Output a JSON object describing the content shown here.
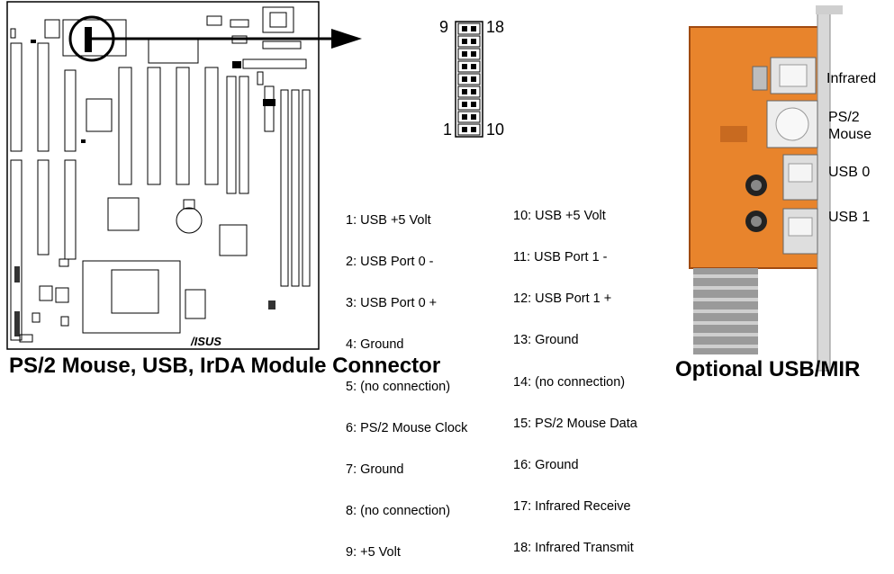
{
  "header_pins": {
    "top_left": "9",
    "top_right": "18",
    "bottom_left": "1",
    "bottom_right": "10"
  },
  "pinout_left": [
    "1: USB +5 Volt",
    "2: USB Port 0 -",
    "3: USB Port 0 +",
    "4: Ground",
    "5: (no connection)",
    "6: PS/2 Mouse Clock",
    "7: Ground",
    "8: (no connection)",
    "9: +5 Volt"
  ],
  "pinout_right": [
    "10: USB +5 Volt",
    "11: USB Port 1 -",
    "12: USB Port 1 +",
    "13: Ground",
    "14: (no connection)",
    "15: PS/2 Mouse Data",
    "16: Ground",
    "17: Infrared Receive",
    "18: Infrared Transmit"
  ],
  "module_labels": {
    "infrared": "Infrared",
    "ps2_line1": "PS/2",
    "ps2_line2": "Mouse",
    "usb0": "USB 0",
    "usb1": "USB 1"
  },
  "board_logo": "/ISUS",
  "captions": {
    "left": "PS/2 Mouse, USB, IrDA Module Connector",
    "right": "Optional USB/MIR"
  },
  "colors": {
    "bracket_orange": "#e8842c",
    "metal": "#d8d8d8",
    "cable": "#9a9a9a"
  }
}
